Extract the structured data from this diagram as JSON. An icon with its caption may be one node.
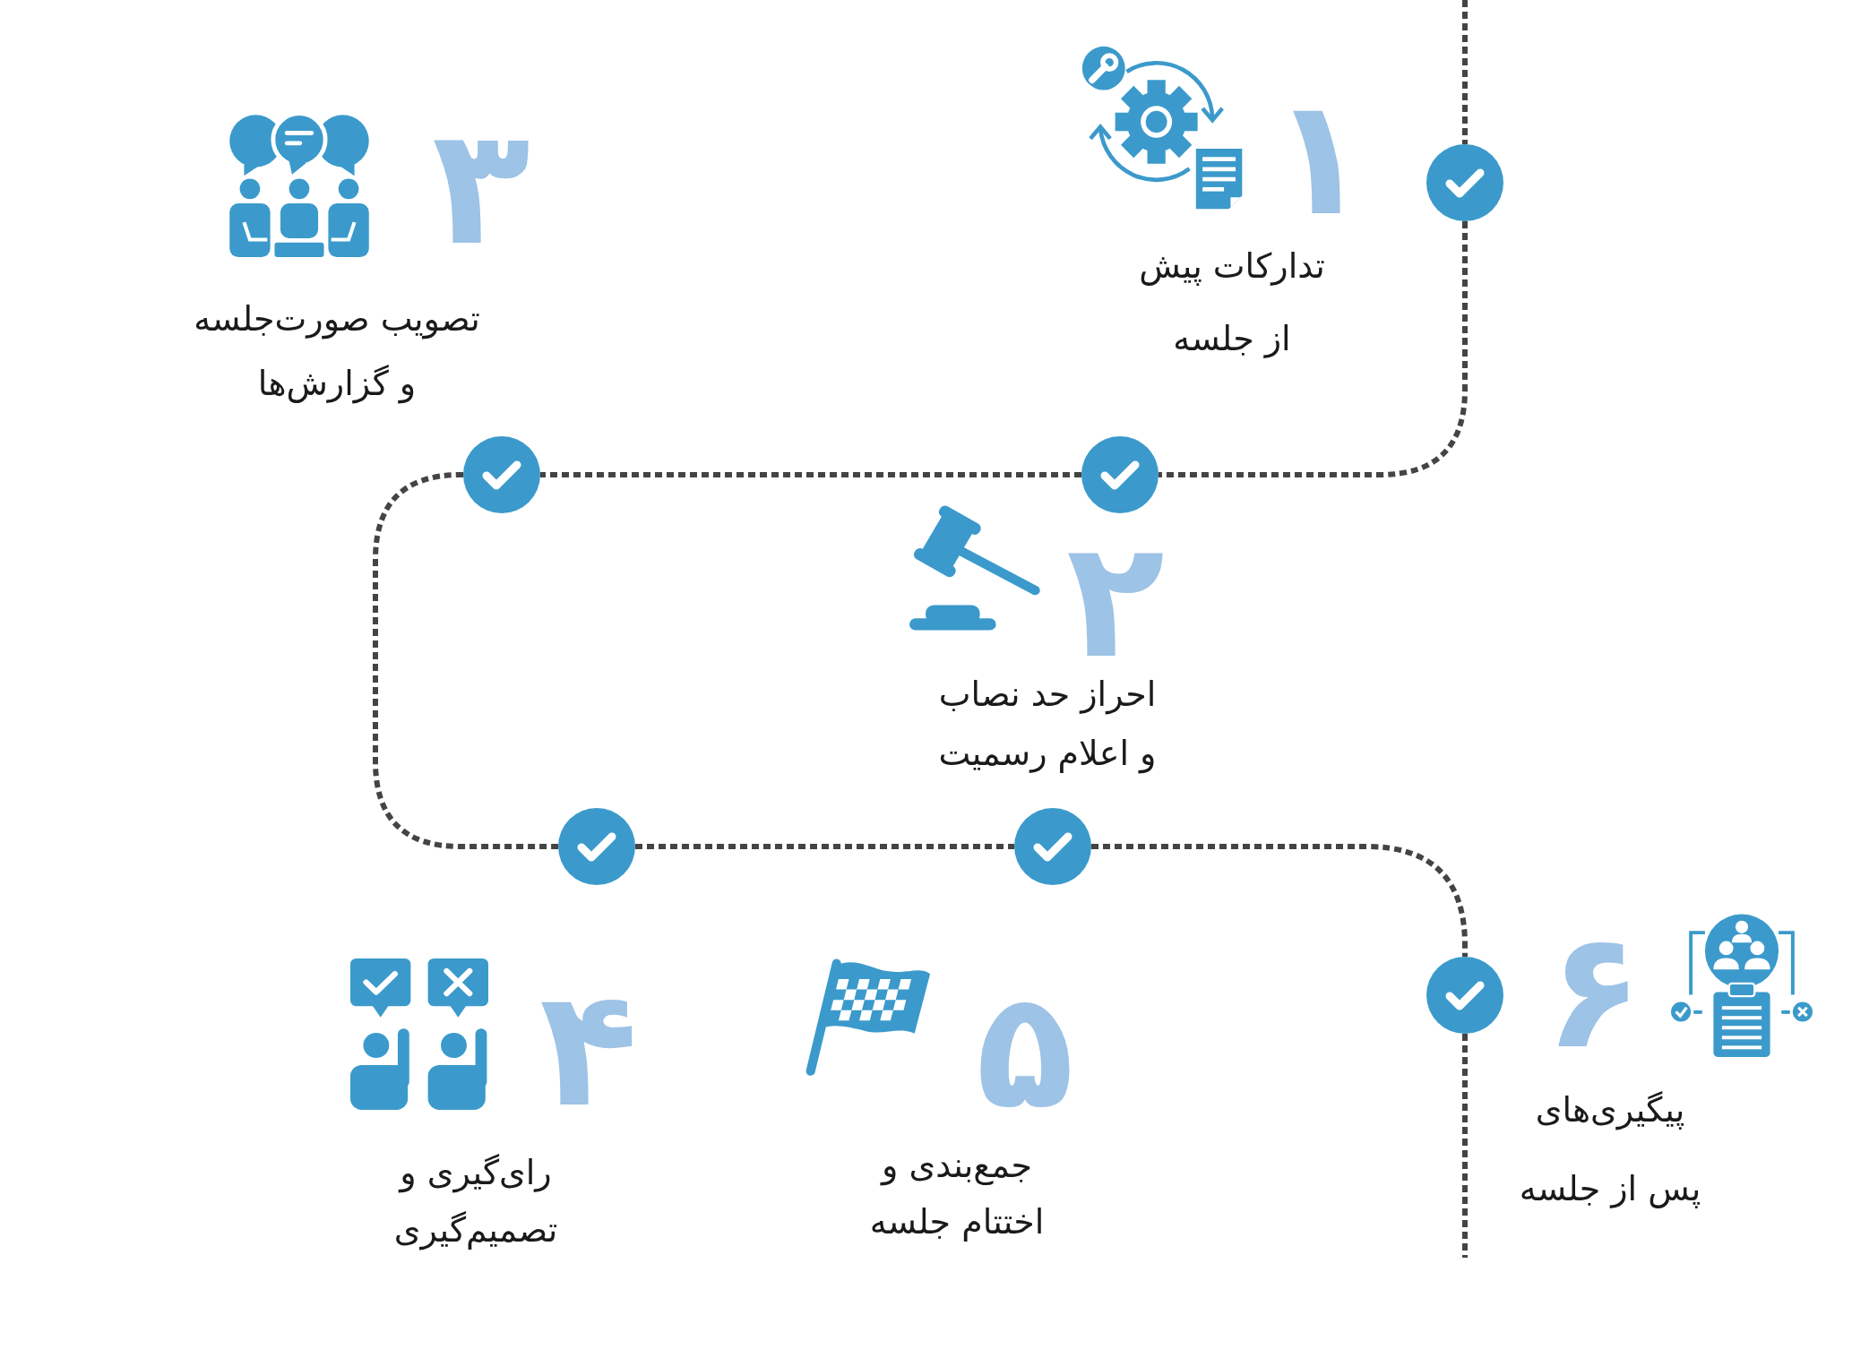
{
  "diagram": {
    "nodes": [
      {
        "text": [],
        "shape": "circle",
        "beside": [
          "۱",
          "تدارکات پیش از جلسه"
        ]
      },
      {
        "text": [],
        "shape": "circle",
        "beside": [
          "۲",
          "احراز حد نصاب و اعلام رسمیت"
        ]
      },
      {
        "text": [],
        "shape": "circle",
        "beside": [
          "۳",
          "تصویب صورت‌جلسه و گزارش‌ها"
        ]
      },
      {
        "text": [],
        "shape": "circle",
        "beside": [
          "۴",
          "رای‌گیری و تصمیم‌گیری"
        ]
      },
      {
        "text": [],
        "shape": "circle",
        "beside": [
          "۵",
          "جمع‌بندی و اختتام جلسه"
        ]
      },
      {
        "text": [],
        "shape": "circle",
        "beside": [
          "۶",
          "پیگیری‌های پس از جلسه"
        ]
      }
    ],
    "edges": [
      {
        "from": null,
        "to": 0,
        "arrow": "none",
        "style": "dashed"
      },
      {
        "from": 0,
        "to": 1,
        "arrow": "none",
        "style": "dashed"
      },
      {
        "from": 1,
        "to": 2,
        "arrow": "none",
        "style": "dashed"
      },
      {
        "from": 2,
        "to": 3,
        "arrow": "none",
        "style": "dashed"
      },
      {
        "from": 3,
        "to": 4,
        "arrow": "none",
        "style": "dashed"
      },
      {
        "from": 4,
        "to": 5,
        "arrow": "none",
        "style": "dashed"
      },
      {
        "from": 5,
        "to": null,
        "arrow": "none",
        "style": "dashed"
      }
    ]
  }
}
